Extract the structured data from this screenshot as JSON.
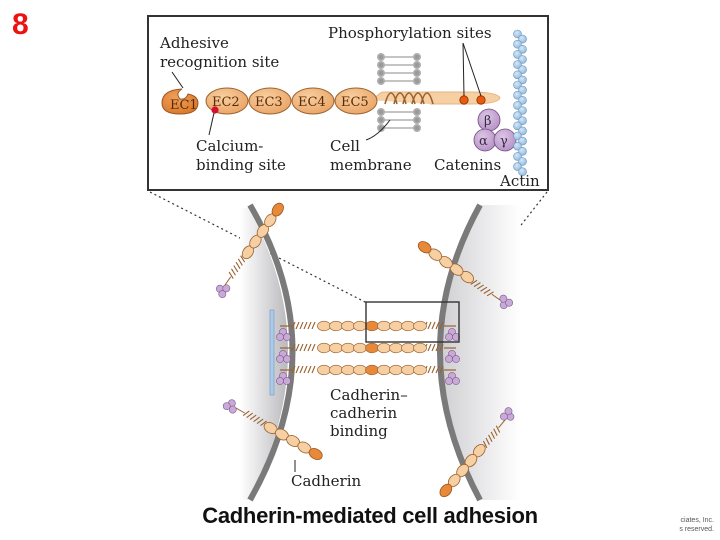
{
  "slide": {
    "number": "8",
    "caption": "Cadherin-mediated cell adhesion",
    "copyright_line1": "ciates, Inc.",
    "copyright_line2": "s reserved."
  },
  "inset": {
    "domains": [
      "EC1",
      "EC2",
      "EC3",
      "EC4",
      "EC5"
    ],
    "labels": {
      "adhesive_line1": "Adhesive",
      "adhesive_line2": "recognition site",
      "phosphorylation": "Phosphorylation sites",
      "calcium_line1": "Calcium-",
      "calcium_line2": "binding site",
      "membrane_line1": "Cell",
      "membrane_line2": "membrane",
      "catenins": "Catenins",
      "actin": "Actin"
    },
    "catenin_symbols": {
      "beta": "β",
      "alpha": "α",
      "gamma": "γ"
    }
  },
  "lower": {
    "binding_line1": "Cadherin–",
    "binding_line2": "cadherin",
    "binding_line3": "binding",
    "cadherin_label": "Cadherin"
  },
  "colors": {
    "ec_fill": "#f2b27a",
    "ec1_fill": "#e8893a",
    "cadherin_fill": "#f6cfa3",
    "phospho_dot": "#e85a10",
    "calcium_dot": "#d81030",
    "catenin_fill": "#c9a9d6",
    "actin_fill": "#a9cbea",
    "membrane_gray": "#7a7a7a",
    "slide_number": "#ee1111"
  }
}
